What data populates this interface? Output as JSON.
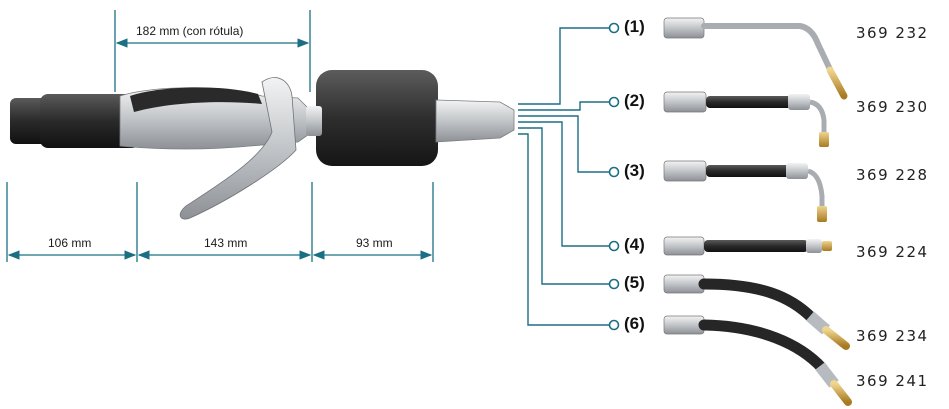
{
  "dimensions": {
    "top": "182 mm (con rótula)",
    "left": "106 mm",
    "middle": "143 mm",
    "right": "93 mm"
  },
  "colors": {
    "dimension_line": "#1b6f85",
    "metal": "#c9ccd0",
    "rubber": "#2b2b2b",
    "brass": "#c79a3a"
  },
  "accessories": [
    {
      "tag": "(1)",
      "code": "369 232",
      "kind": "rigid-bent-pipe"
    },
    {
      "tag": "(2)",
      "code": "369 230",
      "kind": "hose-with-bent-tip"
    },
    {
      "tag": "(3)",
      "code": "369 228",
      "kind": "hose-with-bent-tip"
    },
    {
      "tag": "(4)",
      "code": "369 224",
      "kind": "straight-hose"
    },
    {
      "tag": "(5)",
      "code": "369 234",
      "kind": "flexible-hose"
    },
    {
      "tag": "(6)",
      "code": "369 241",
      "kind": "flexible-hose"
    }
  ]
}
